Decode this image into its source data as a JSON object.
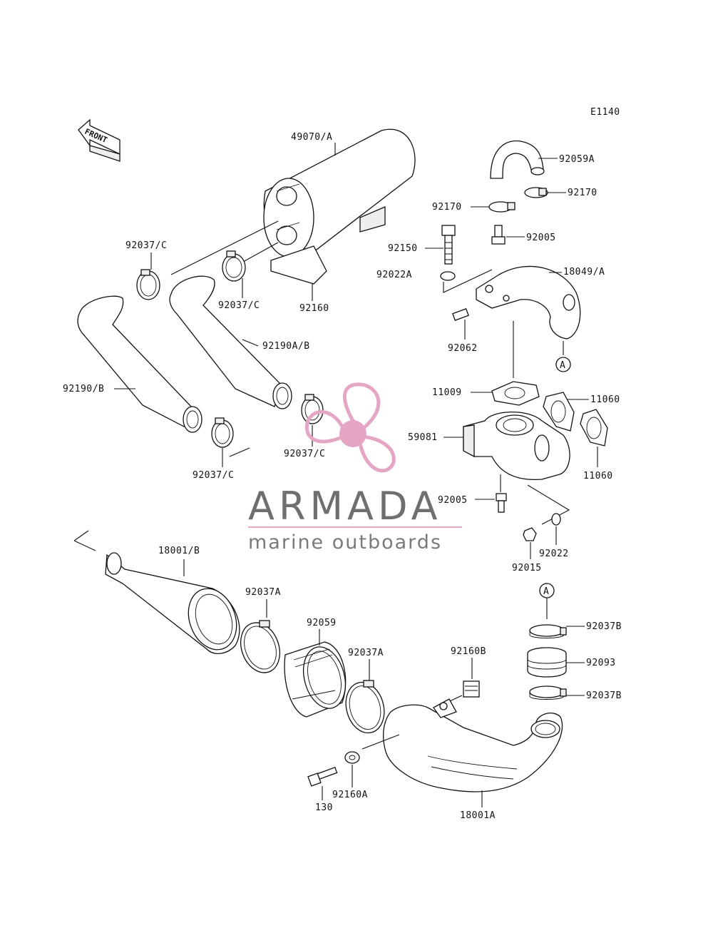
{
  "diagram": {
    "code": "E1140",
    "direction_label": "FRONT",
    "callouts": {
      "muffler": "49070/A",
      "hose_top": "92059A",
      "clamp_a": "92170",
      "clamp_b": "92170",
      "nipple_top": "92005",
      "bolt_top": "92150",
      "elbow": "18049/A",
      "washer_top": "92022A",
      "plug_top": "92062",
      "mark_a_top": "A",
      "clamp_c1": "92037/C",
      "clamp_c2": "92037/C",
      "bracket_muffler": "92160",
      "hose_ab": "92190A/B",
      "hose_b": "92190/B",
      "clamp_c3": "92037/C",
      "clamp_c4": "92037/C",
      "gasket_a": "11009",
      "gasket_b1": "11060",
      "gasket_b2": "11060",
      "manifold": "59081",
      "nipple_bottom": "92005",
      "washer_bottom": "92022",
      "nut": "92015",
      "pipe_front": "18001/B",
      "clamp_a1": "92037A",
      "coupler": "92059",
      "clamp_a2": "92037A",
      "mark_a_bottom": "A",
      "clamp_b1": "92037B",
      "seal": "92093",
      "clamp_b2": "92037B",
      "mount": "92160B",
      "pipe_rear": "18001A",
      "damper": "92160A",
      "bolt_bottom": "130"
    }
  },
  "watermark": {
    "brand": "ARMADA",
    "tagline": "marine outboards",
    "accent_color": "#e4a6c4",
    "accent_fill": "#f2c4d8",
    "text_color": "#707070"
  }
}
